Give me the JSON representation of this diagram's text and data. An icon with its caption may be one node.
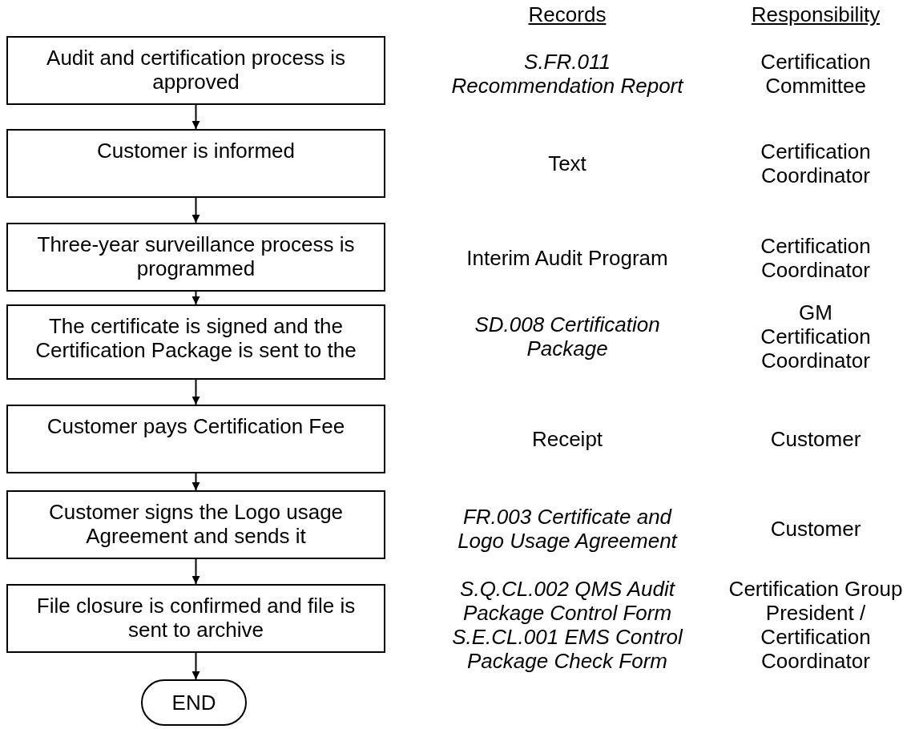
{
  "diagram": {
    "nodes": [
      {
        "text": [
          "Audit and certification process is approved"
        ]
      },
      {
        "text": [
          "Customer is informed"
        ]
      },
      {
        "text": [
          "Three-year surveillance process is programmed"
        ]
      },
      {
        "text": [
          "The certificate is signed and the Certification Package is sent to the"
        ]
      },
      {
        "text": [
          "Customer pays Certification Fee"
        ]
      },
      {
        "text": [
          "Customer signs the Logo usage Agreement and sends it"
        ]
      },
      {
        "text": [
          "File closure is confirmed and file is sent to archive"
        ]
      },
      {
        "text": [
          "END"
        ]
      }
    ],
    "edges": [
      {
        "from": 0,
        "to": 1,
        "arrow": "to"
      },
      {
        "from": 1,
        "to": 2,
        "arrow": "to"
      },
      {
        "from": 2,
        "to": 3,
        "arrow": "to"
      },
      {
        "from": 3,
        "to": 4,
        "arrow": "to"
      },
      {
        "from": 4,
        "to": 5,
        "arrow": "to"
      },
      {
        "from": 5,
        "to": 6,
        "arrow": "to"
      },
      {
        "from": 6,
        "to": 7,
        "arrow": "to"
      }
    ],
    "labels": [
      "Records",
      "Responsibility",
      "S.FR.011 Recommendation Report",
      "Certification Committee",
      "Text",
      "Certification Coordinator",
      "Interim Audit Program",
      "Certification Coordinator",
      "SD.008 Certification Package",
      "GM Certification Coordinator",
      "Receipt",
      "Customer",
      "FR.003 Certificate and Logo Usage Agreement",
      "Customer",
      "S.Q.CL.002 QMS Audit Package Control Form S.E.CL.001 EMS Control Package Check Form",
      "Certification Group President / Certification Coordinator"
    ]
  }
}
